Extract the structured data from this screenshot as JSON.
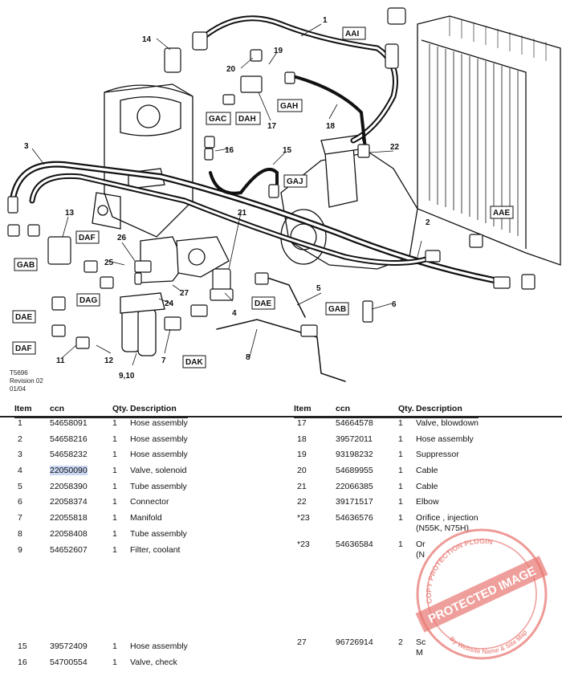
{
  "diagram": {
    "ref_code": "T5696",
    "revision": "Revision 02",
    "date": "01/04",
    "callouts": [
      "1",
      "2",
      "3",
      "4",
      "5",
      "6",
      "7",
      "8",
      "9,10",
      "11",
      "12",
      "13",
      "14",
      "15",
      "16",
      "17",
      "18",
      "19",
      "20",
      "21",
      "22",
      "24",
      "25",
      "26",
      "27"
    ],
    "boxed_labels": [
      "AAI",
      "GAH",
      "DAH",
      "GAC",
      "GAJ",
      "AAE",
      "DAF",
      "GAB",
      "DAE",
      "DAF",
      "DAG",
      "DAE",
      "GAB",
      "DAK"
    ]
  },
  "table": {
    "headers": {
      "item": "Item",
      "ccn": "ccn",
      "qty": "Qty.",
      "description": "Description"
    },
    "left_rows": [
      {
        "item": "1",
        "ccn": "54658091",
        "qty": "1",
        "description": "Hose assembly"
      },
      {
        "item": "2",
        "ccn": "54658216",
        "qty": "1",
        "description": "Hose assembly"
      },
      {
        "item": "3",
        "ccn": "54658232",
        "qty": "1",
        "description": "Hose assembly"
      },
      {
        "item": "4",
        "ccn": "22050090",
        "qty": "1",
        "description": "Valve, solenoid",
        "selected": true
      },
      {
        "item": "5",
        "ccn": "22058390",
        "qty": "1",
        "description": "Tube assembly"
      },
      {
        "item": "6",
        "ccn": "22058374",
        "qty": "1",
        "description": "Connector"
      },
      {
        "item": "7",
        "ccn": "22055818",
        "qty": "1",
        "description": "Manifold"
      },
      {
        "item": "8",
        "ccn": "22058408",
        "qty": "1",
        "description": "Tube assembly"
      },
      {
        "item": "9",
        "ccn": "54652607",
        "qty": "1",
        "description": "Filter, coolant"
      }
    ],
    "left_tail_rows": [
      {
        "item": "15",
        "ccn": "39572409",
        "qty": "1",
        "description": "Hose assembly"
      },
      {
        "item": "16",
        "ccn": "54700554",
        "qty": "1",
        "description": "Valve, check"
      }
    ],
    "right_rows": [
      {
        "item": "17",
        "ccn": "54664578",
        "qty": "1",
        "description": "Valve, blowdown"
      },
      {
        "item": "18",
        "ccn": "39572011",
        "qty": "1",
        "description": "Hose assembly"
      },
      {
        "item": "19",
        "ccn": "93198232",
        "qty": "1",
        "description": "Suppressor"
      },
      {
        "item": "20",
        "ccn": "54689955",
        "qty": "1",
        "description": "Cable"
      },
      {
        "item": "21",
        "ccn": "22066385",
        "qty": "1",
        "description": "Cable"
      },
      {
        "item": "22",
        "ccn": "39171517",
        "qty": "1",
        "description": "Elbow"
      },
      {
        "item": "*23",
        "ccn": "54636576",
        "qty": "1",
        "description": "Orifice , injection",
        "note": "(N55K, N75H)"
      },
      {
        "item": "*23",
        "ccn": "54636584",
        "qty": "1",
        "description": "Or",
        "note": "(N"
      }
    ],
    "right_tail_rows": [
      {
        "item": "27",
        "ccn": "96726914",
        "qty": "2",
        "description": "Sc",
        "note": "M"
      }
    ]
  },
  "watermark": {
    "line1": "COPY PROTECTION PLUGIN",
    "line2": "PROTECTED IMAGE",
    "line3": "By Website Name & Site Map",
    "color": "#e87a74"
  }
}
